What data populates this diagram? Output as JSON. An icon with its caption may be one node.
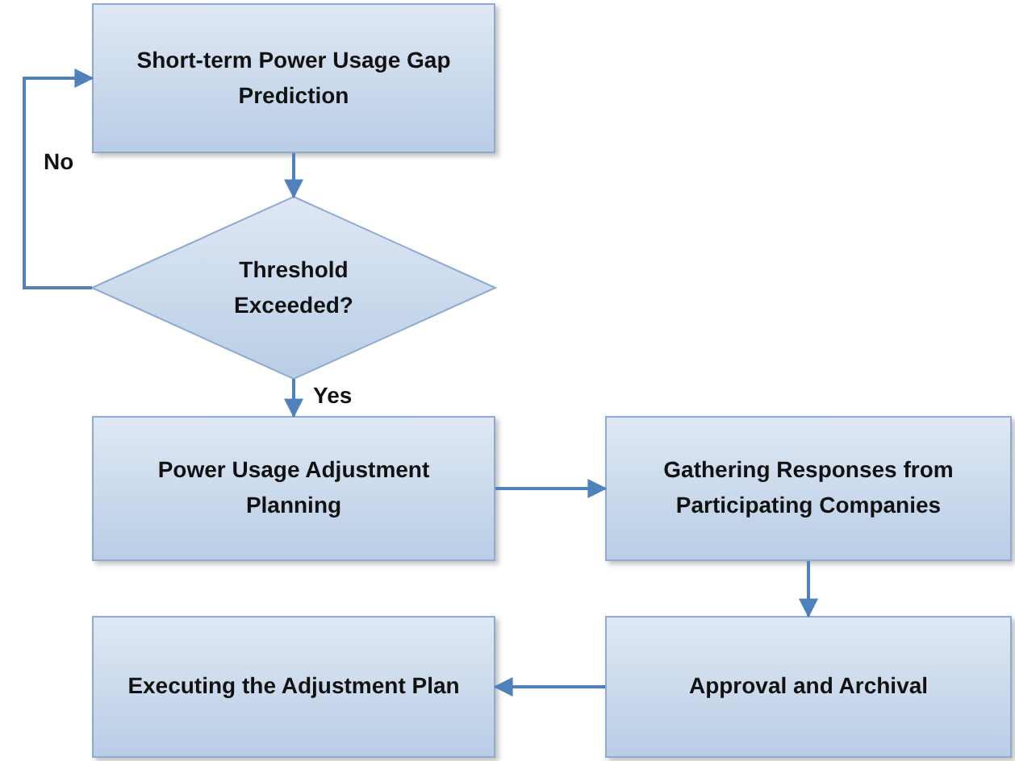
{
  "diagram": {
    "nodes": [
      {
        "text": [
          "Short-term Power Usage Gap Prediction"
        ]
      },
      {
        "text": [
          "Threshold Exceeded?"
        ]
      },
      {
        "text": [
          "Power Usage Adjustment Planning"
        ]
      },
      {
        "text": [
          "Gathering Responses from Participating Companies"
        ]
      },
      {
        "text": [
          "Approval and Archival"
        ]
      },
      {
        "text": [
          "Executing the Adjustment Plan"
        ]
      }
    ],
    "edges": [
      {
        "from": 0,
        "to": 1,
        "arrow": "to"
      },
      {
        "from": 1,
        "to": 0,
        "arrow": "to",
        "label": "No"
      },
      {
        "from": 1,
        "to": 2,
        "arrow": "to",
        "label": "Yes"
      },
      {
        "from": 2,
        "to": 3,
        "arrow": "to"
      },
      {
        "from": 3,
        "to": 4,
        "arrow": "to"
      },
      {
        "from": 4,
        "to": 5,
        "arrow": "to"
      }
    ]
  }
}
